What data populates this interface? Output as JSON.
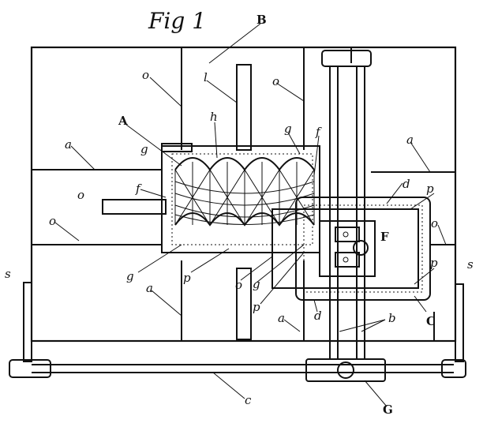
{
  "figure": {
    "title": "Fig 1",
    "labels": {
      "B": "B",
      "A": "A",
      "h": "h",
      "l": "l",
      "F": "F",
      "C": "C",
      "G": "G",
      "c": "c",
      "d": "d",
      "b": "b",
      "s": "s",
      "f": "f",
      "g": "g",
      "o": "o",
      "a": "a",
      "p": "p"
    }
  }
}
